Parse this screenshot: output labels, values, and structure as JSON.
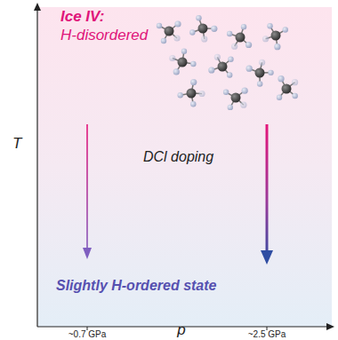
{
  "diagram": {
    "labels": [
      "Ice IV:",
      "H-disordered",
      "DCl doping",
      "Slightly H-ordered state",
      "~0.7 GPa",
      "~2.5 GPa",
      "T",
      "p"
    ]
  }
}
